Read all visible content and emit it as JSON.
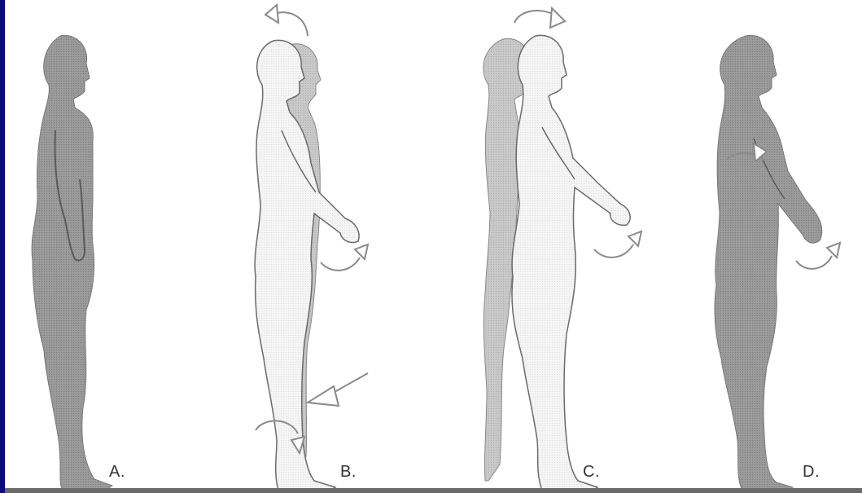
{
  "figures": [
    {
      "id": "A",
      "label": "A."
    },
    {
      "id": "B",
      "label": "B."
    },
    {
      "id": "C",
      "label": "C."
    },
    {
      "id": "D",
      "label": "D."
    }
  ],
  "colors": {
    "frame": "#0b0b7a",
    "background": "#ffffff",
    "dark_figure": "#8f8f8f",
    "light_figure": "#f2f2f2",
    "shadow_figure": "#c4c4c4",
    "outline": "#555555",
    "floor": "#6b6b6b"
  }
}
